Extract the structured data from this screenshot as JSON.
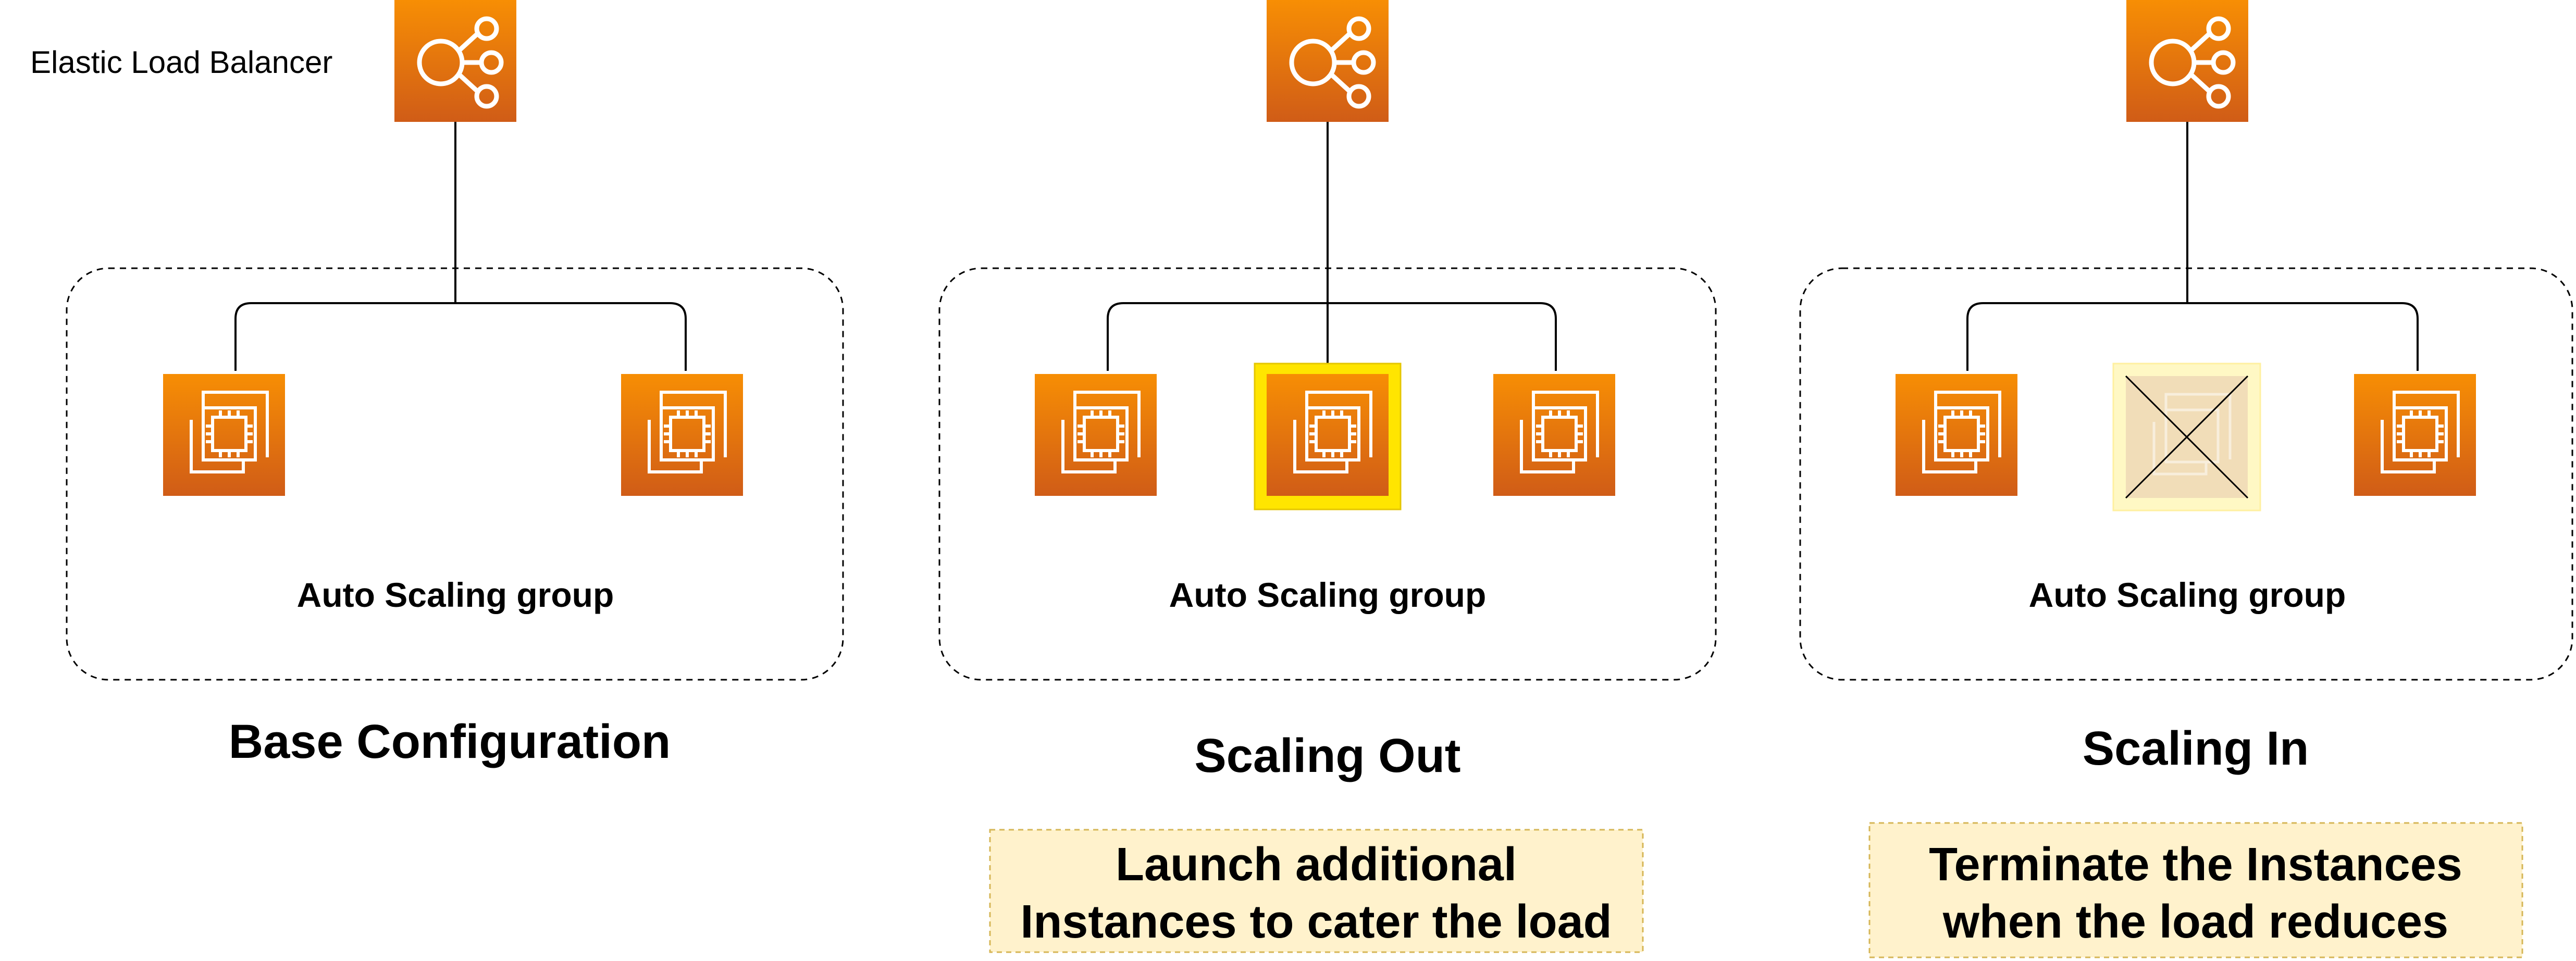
{
  "diagram": {
    "load_balancer_label": "Elastic Load Balancer",
    "colors": {
      "aws_orange_top": "#F78E04",
      "aws_orange_bottom": "#D05C17",
      "highlight_yellow": "#FFE500",
      "note_fill": "#FFF2CC",
      "note_border": "#D6B656",
      "terminated_fill": "#F5E6C8",
      "terminated_border": "#FFF4A8"
    },
    "icons": {
      "load_balancer": "elastic-load-balancer-icon",
      "instance": "ec2-instance-icon",
      "terminated": "terminated-instance-icon"
    },
    "panels": [
      {
        "group_label": "Auto Scaling group",
        "title": "Base Configuration",
        "note": [],
        "instances": [
          "normal",
          "normal"
        ]
      },
      {
        "group_label": "Auto Scaling group",
        "title": "Scaling Out",
        "note": [
          "Launch additional",
          "Instances to cater the load"
        ],
        "instances": [
          "normal",
          "added",
          "normal"
        ]
      },
      {
        "group_label": "Auto Scaling group",
        "title": "Scaling In",
        "note": [
          "Terminate the Instances",
          "when the load reduces"
        ],
        "instances": [
          "normal",
          "terminated",
          "normal"
        ]
      }
    ]
  }
}
